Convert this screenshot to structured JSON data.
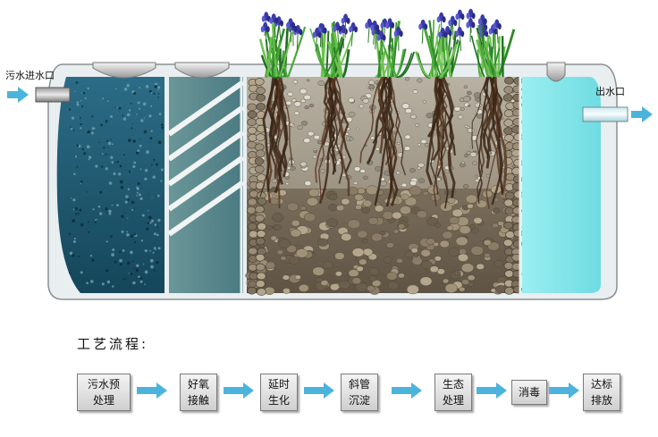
{
  "diagram": {
    "inlet_label": "污水进水口",
    "outlet_label": "出水口"
  },
  "process": {
    "title": "工艺流程:",
    "steps": [
      {
        "label": "污水预\n处理"
      },
      {
        "label": "好氧\n接触"
      },
      {
        "label": "延时\n生化"
      },
      {
        "label": "斜管\n沉淀"
      },
      {
        "label": "生态\n处理"
      },
      {
        "label": "消毒"
      },
      {
        "label": "达标\n排放"
      }
    ]
  },
  "colors": {
    "tank_water": "#1d5a73",
    "settling_water": "#5f8c92",
    "clear_water": "#8ee6ea",
    "flow_arrow": "#4cb4dc",
    "tank_shell": "#e9eef0"
  }
}
